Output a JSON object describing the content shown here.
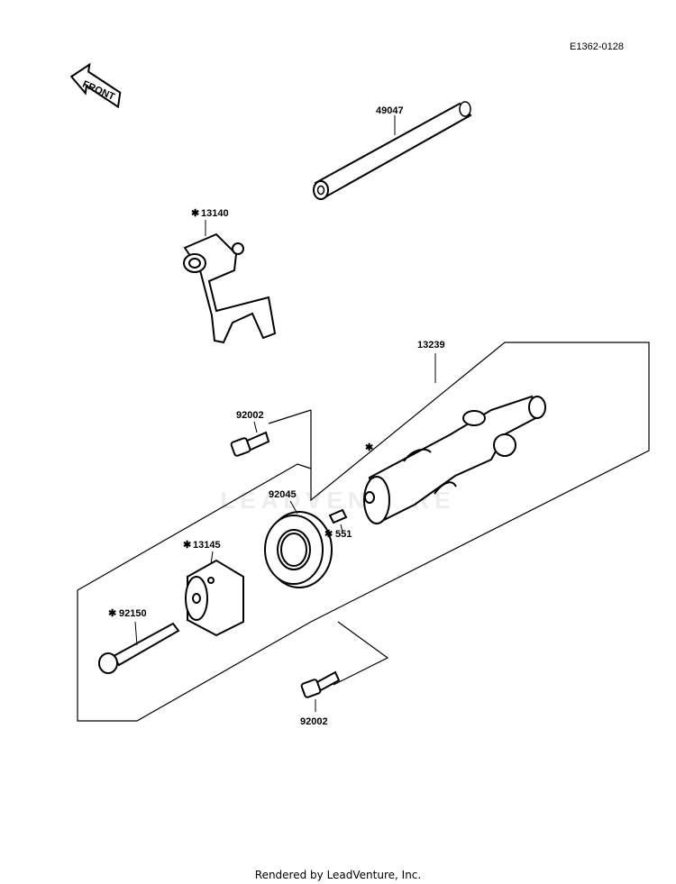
{
  "diagram_code": "E1362-0128",
  "front_arrow_label": "FRONT",
  "watermark_text": "LEADVENTURE",
  "footer_text": "Rendered by LeadVenture, Inc.",
  "star_symbol": "✱",
  "parts": {
    "shift_rod": "49047",
    "shift_fork": "13140",
    "shift_drum": "13239",
    "bolt_upper": "92002",
    "bearing": "92045",
    "pin": "551",
    "drum_cam": "13145",
    "long_bolt": "92150",
    "bolt_lower": "92002"
  },
  "starred_parts": [
    "13140",
    "13239",
    "551",
    "13145",
    "92150"
  ]
}
